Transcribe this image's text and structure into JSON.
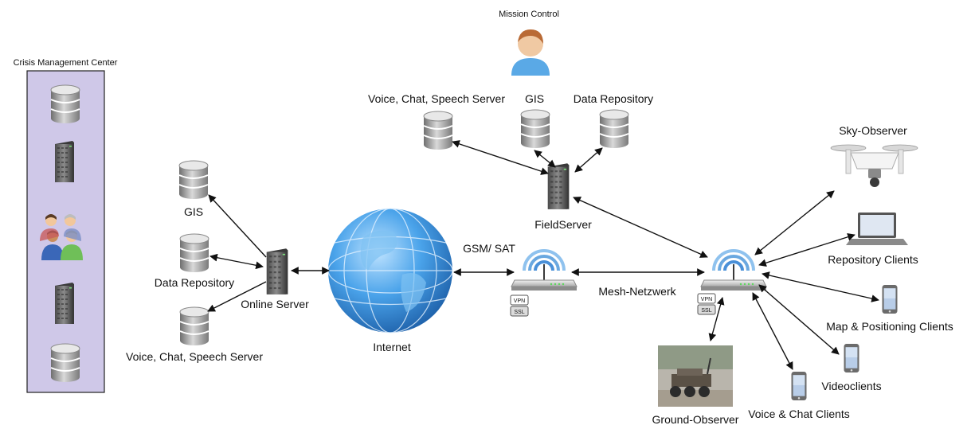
{
  "labels": {
    "mission_control": "Mission Control",
    "crisis_center": "Crisis Management Center",
    "field_voice": "Voice, Chat, Speech Server",
    "field_gis": "GIS",
    "field_repo": "Data Repository",
    "field_server": "FieldServer",
    "online_gis": "GIS",
    "online_repo": "Data Repository",
    "online_server": "Online Server",
    "online_voice": "Voice, Chat, Speech Server",
    "internet": "Internet",
    "gsm_sat": "GSM/ SAT",
    "mesh": "Mesh-Netzwerk",
    "sky_observer": "Sky-Observer",
    "repo_clients": "Repository Clients",
    "map_clients": "Map & Positioning Clients",
    "videoclients": "Videoclients",
    "voice_clients": "Voice & Chat Clients",
    "ground_observer": "Ground-Observer",
    "vpn": "VPN",
    "ssl": "SSL"
  },
  "icons": {
    "database": "database-icon",
    "server": "server-tower-icon",
    "user": "user-icon",
    "group": "user-group-icon",
    "globe": "globe-icon",
    "router": "wireless-router-icon",
    "drone": "drone-icon",
    "laptop": "laptop-icon",
    "mobile": "mobile-device-icon",
    "robot": "ground-robot-icon"
  },
  "colors": {
    "crisis_panel": "#cfc8e8",
    "wifi_arcs": "#6aa8e0",
    "globe": "#3b8fd8",
    "db_body": "#9a9a9a"
  }
}
